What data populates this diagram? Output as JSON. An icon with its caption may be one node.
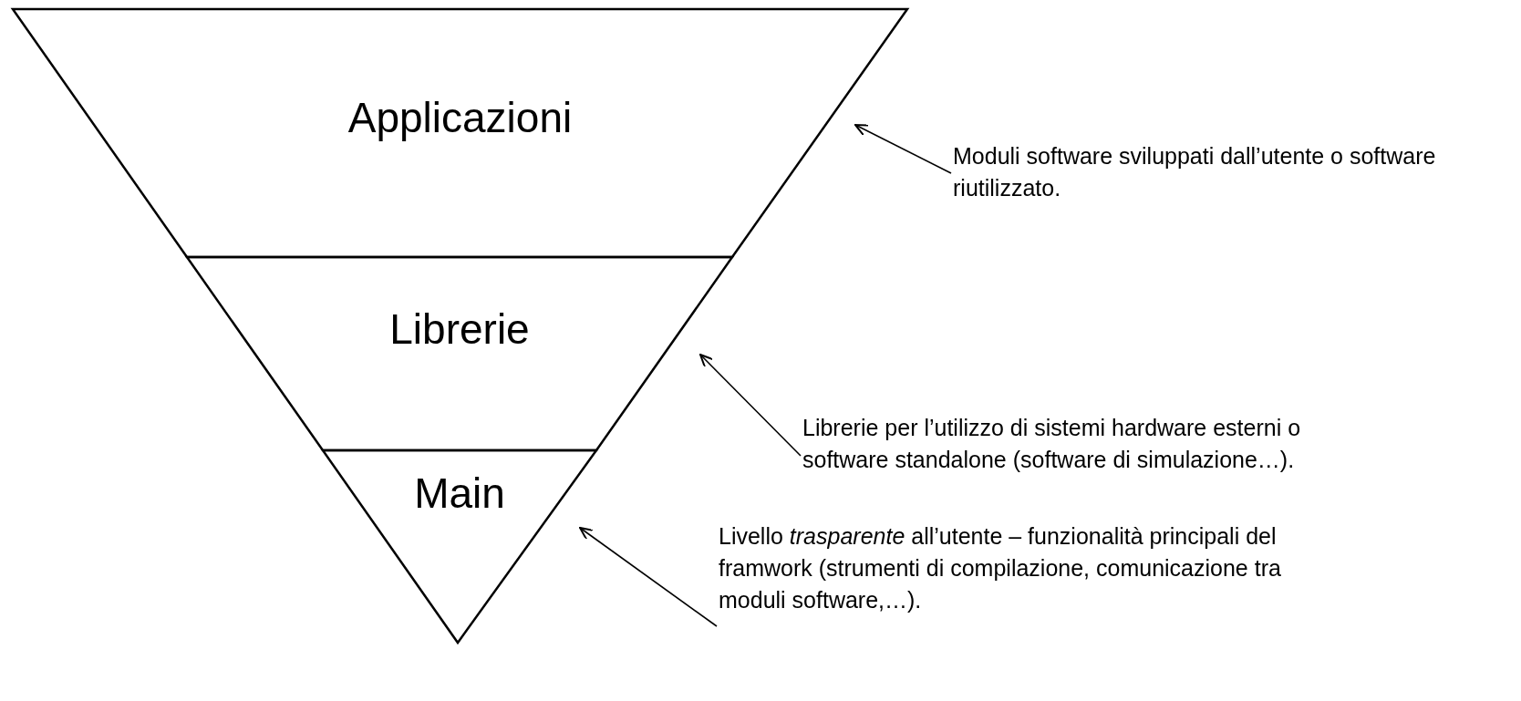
{
  "diagram": {
    "nodes": [
      {
        "text": [
          "Applicazioni"
        ]
      },
      {
        "text": [
          "Librerie"
        ]
      },
      {
        "text": [
          "Main"
        ]
      },
      {
        "text": [
          "Moduli software sviluppati dall’utente o software riutilizzato."
        ]
      },
      {
        "text": [
          "Librerie per l’utilizzo di sistemi hardware esterni o software standalone (software di simulazione…)."
        ]
      },
      {
        "text": [
          "Livello *trasparente* all’utente – funzionalità principali del framwork (strumenti di compilazione, comunicazione tra moduli software,…)."
        ]
      }
    ],
    "edges": [
      {
        "from": 3,
        "to": 0,
        "arrow": "to"
      },
      {
        "from": 4,
        "to": 1,
        "arrow": "to"
      },
      {
        "from": 5,
        "to": 2,
        "arrow": "to"
      }
    ]
  }
}
